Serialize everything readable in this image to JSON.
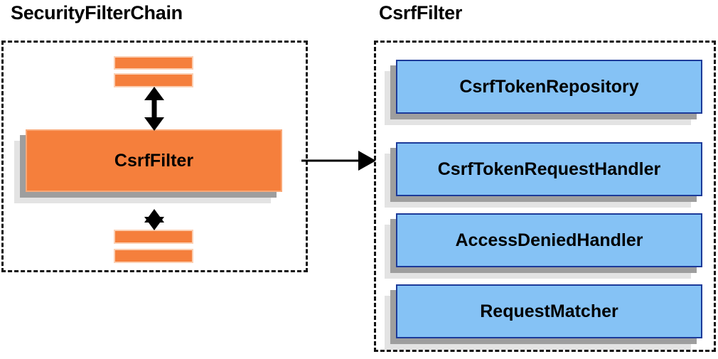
{
  "diagram": {
    "type": "component-relationship-diagram",
    "colors": {
      "orange_fill": "#f57f3c",
      "orange_border": "#f9a877",
      "blue_fill": "#85c2f5",
      "blue_border": "#1c3a99",
      "shadow_dark": "#9e9e9e",
      "shadow_light": "#e3e3e3",
      "panel_border": "#111111",
      "text": "#000000"
    }
  },
  "left_panel": {
    "title": "SecurityFilterChain",
    "filters_above": [
      {
        "label": ""
      },
      {
        "label": ""
      }
    ],
    "focus_filter": {
      "label": "CsrfFilter"
    },
    "filters_below": [
      {
        "label": ""
      },
      {
        "label": ""
      }
    ],
    "arrow_up": {
      "name": "bidirectional-arrow",
      "direction": "both"
    },
    "arrow_down": {
      "name": "bidirectional-arrow",
      "direction": "both"
    }
  },
  "connector": {
    "name": "csrffilter-expansion-arrow",
    "direction": "right"
  },
  "right_panel": {
    "title": "CsrfFilter",
    "collaborators": [
      {
        "label": "CsrfTokenRepository"
      },
      {
        "label": "CsrfTokenRequestHandler"
      },
      {
        "label": "AccessDeniedHandler"
      },
      {
        "label": "RequestMatcher"
      }
    ]
  }
}
